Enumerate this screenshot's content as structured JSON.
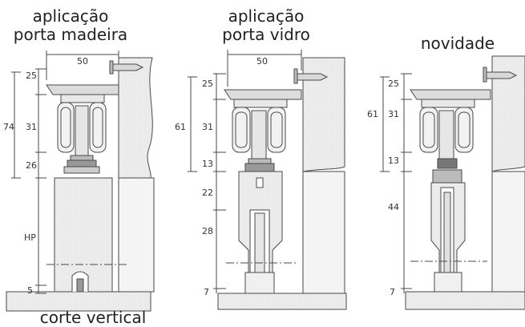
{
  "headings": {
    "wood": [
      "aplicação",
      "porta madeira"
    ],
    "glass": [
      "aplicação",
      "porta vidro"
    ],
    "new": [
      "novidade"
    ]
  },
  "caption": "corte vertical",
  "dimensions": {
    "wood": {
      "width": "50",
      "top": "25",
      "total": "74",
      "wheel": "31",
      "lower": "26",
      "door": "HP",
      "bottom": "5"
    },
    "glass": {
      "width": "50",
      "top": "25",
      "total": "61",
      "wheel": "31",
      "lower": "13",
      "clamp": "22",
      "glass": "28",
      "bottom": "7"
    },
    "new": {
      "top": "25",
      "total": "61",
      "wheel": "31",
      "lower": "13",
      "glass": "44",
      "bottom": "7"
    }
  },
  "colors": {
    "line": "#4a4a4a",
    "fill": "#e6e6e6",
    "wall": "#eeeeee",
    "dark": "#9a9a9a"
  }
}
